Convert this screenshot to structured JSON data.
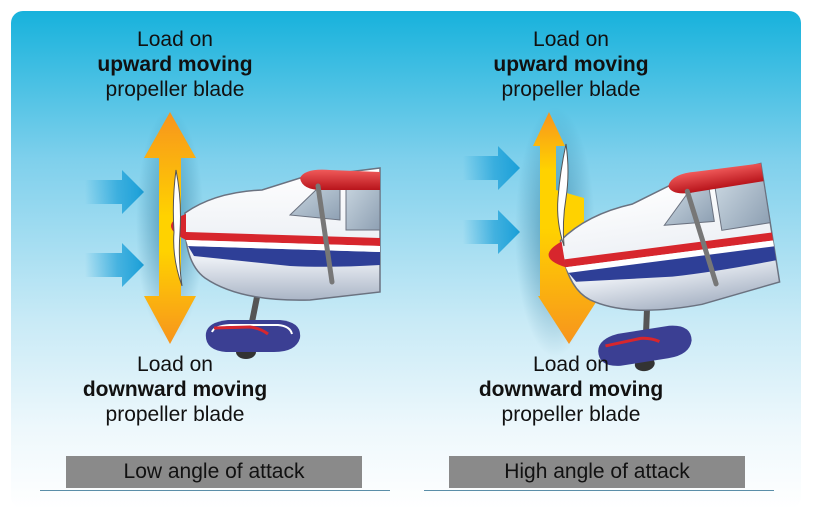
{
  "left": {
    "top_label": {
      "line1": "Load on",
      "line2": "upward moving",
      "line3": "propeller blade"
    },
    "bottom_label": {
      "line1": "Load on",
      "line2": "downward moving",
      "line3": "propeller blade"
    },
    "caption": "Low angle of attack"
  },
  "right": {
    "top_label": {
      "line1": "Load on",
      "line2": "upward moving",
      "line3": "propeller blade"
    },
    "bottom_label": {
      "line1": "Load on",
      "line2": "downward moving",
      "line3": "propeller blade"
    },
    "caption": "High angle of attack"
  },
  "colors": {
    "sky_top": "#17b2dc",
    "arrow_orange": "#f7941d",
    "arrow_yellow": "#ffd200",
    "stripe_red": "#d7262d",
    "stripe_blue": "#2e3f97",
    "caption_box": "#8a8a8a",
    "airflow_blue": "#1a9fd8"
  },
  "icons": [
    "airflow-arrow-icon",
    "load-arrow-icon",
    "airplane-icon",
    "propeller-icon"
  ]
}
